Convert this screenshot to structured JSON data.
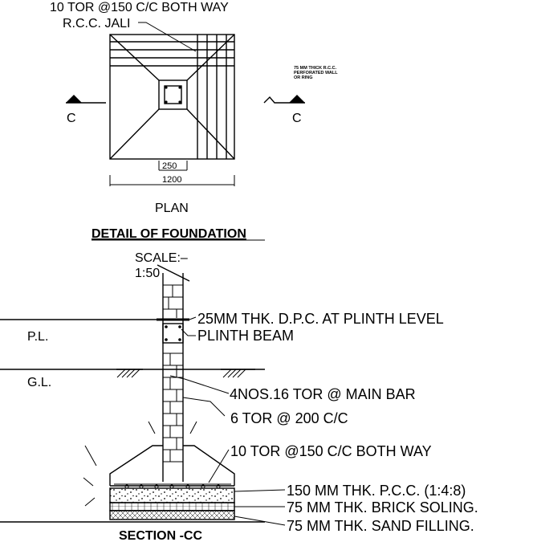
{
  "plan": {
    "rebar_note": "10 TOR @150 C/C BOTH WAY",
    "jali_label": "R.C.C. JALI",
    "wall_note_line1": "75 MM THICK R.C.C.",
    "wall_note_line2": "PERFORATED WALL",
    "wall_note_line3": "OR RING",
    "section_mark_left": "C",
    "section_mark_right": "C",
    "dim_column": "250",
    "dim_footing": "1200",
    "view_label": "PLAN"
  },
  "detail": {
    "title": "DETAIL OF FOUNDATION",
    "scale_line1": "SCALE:–",
    "scale_line2": "1:50"
  },
  "section": {
    "level_pl": "P.L.",
    "level_gl": "G.L.",
    "callouts": [
      "25MM THK. D.P.C. AT PLINTH LEVEL",
      "PLINTH BEAM",
      "4NOS.16 TOR @   MAIN BAR",
      "6 TOR @ 200 C/C",
      "10 TOR @150 C/C BOTH WAY"
    ],
    "layers": [
      "150  MM  THK.  P.C.C.  (1:4:8)",
      "75    MM  THK.  BRICK  SOLING.",
      "75    MM  THK.  SAND  FILLING."
    ],
    "title": "SECTION -CC"
  }
}
